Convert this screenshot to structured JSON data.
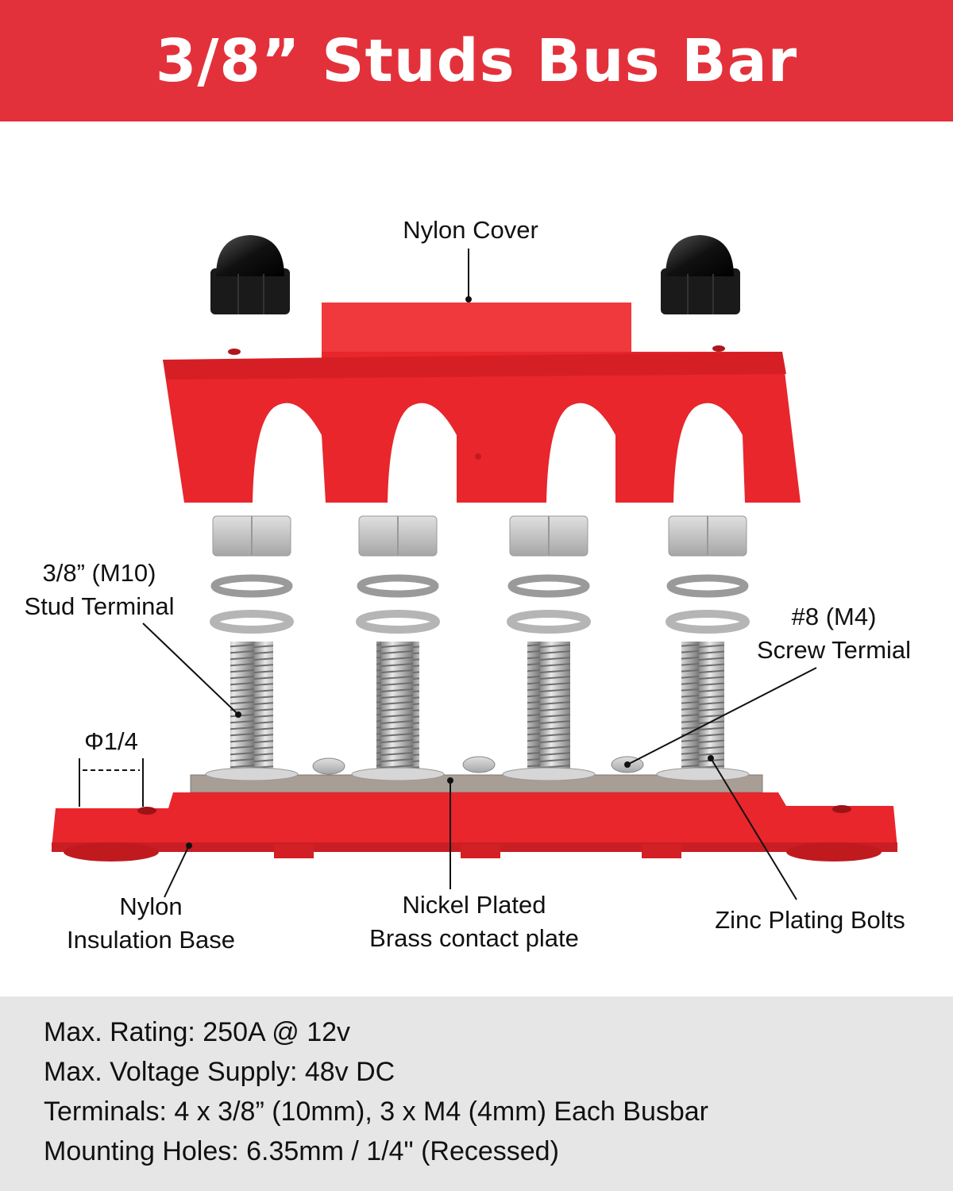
{
  "header": {
    "title": "3/8” Studs Bus Bar"
  },
  "colors": {
    "brand_red": "#e3313b",
    "cover_red": "#e8262c",
    "spec_bg": "#e6e6e6"
  },
  "callouts": {
    "nylon_cover": "Nylon Cover",
    "stud_terminal": [
      "3/8” (M10)",
      "Stud Terminal"
    ],
    "screw_terminal": [
      "#8 (M4)",
      "Screw Termial"
    ],
    "hole_diameter": "Φ1/4",
    "insulation_base": [
      "Nylon",
      "Insulation Base"
    ],
    "contact_plate": [
      "Nickel Plated",
      "Brass contact plate"
    ],
    "bolts": "Zinc Plating Bolts"
  },
  "specs": [
    "Max. Rating: 250A @ 12v",
    "Max. Voltage Supply: 48v DC",
    "Terminals: 4 x 3/8” (10mm), 3 x M4 (4mm) Each Busbar",
    "Mounting Holes: 6.35mm / 1/4\" (Recessed)"
  ]
}
